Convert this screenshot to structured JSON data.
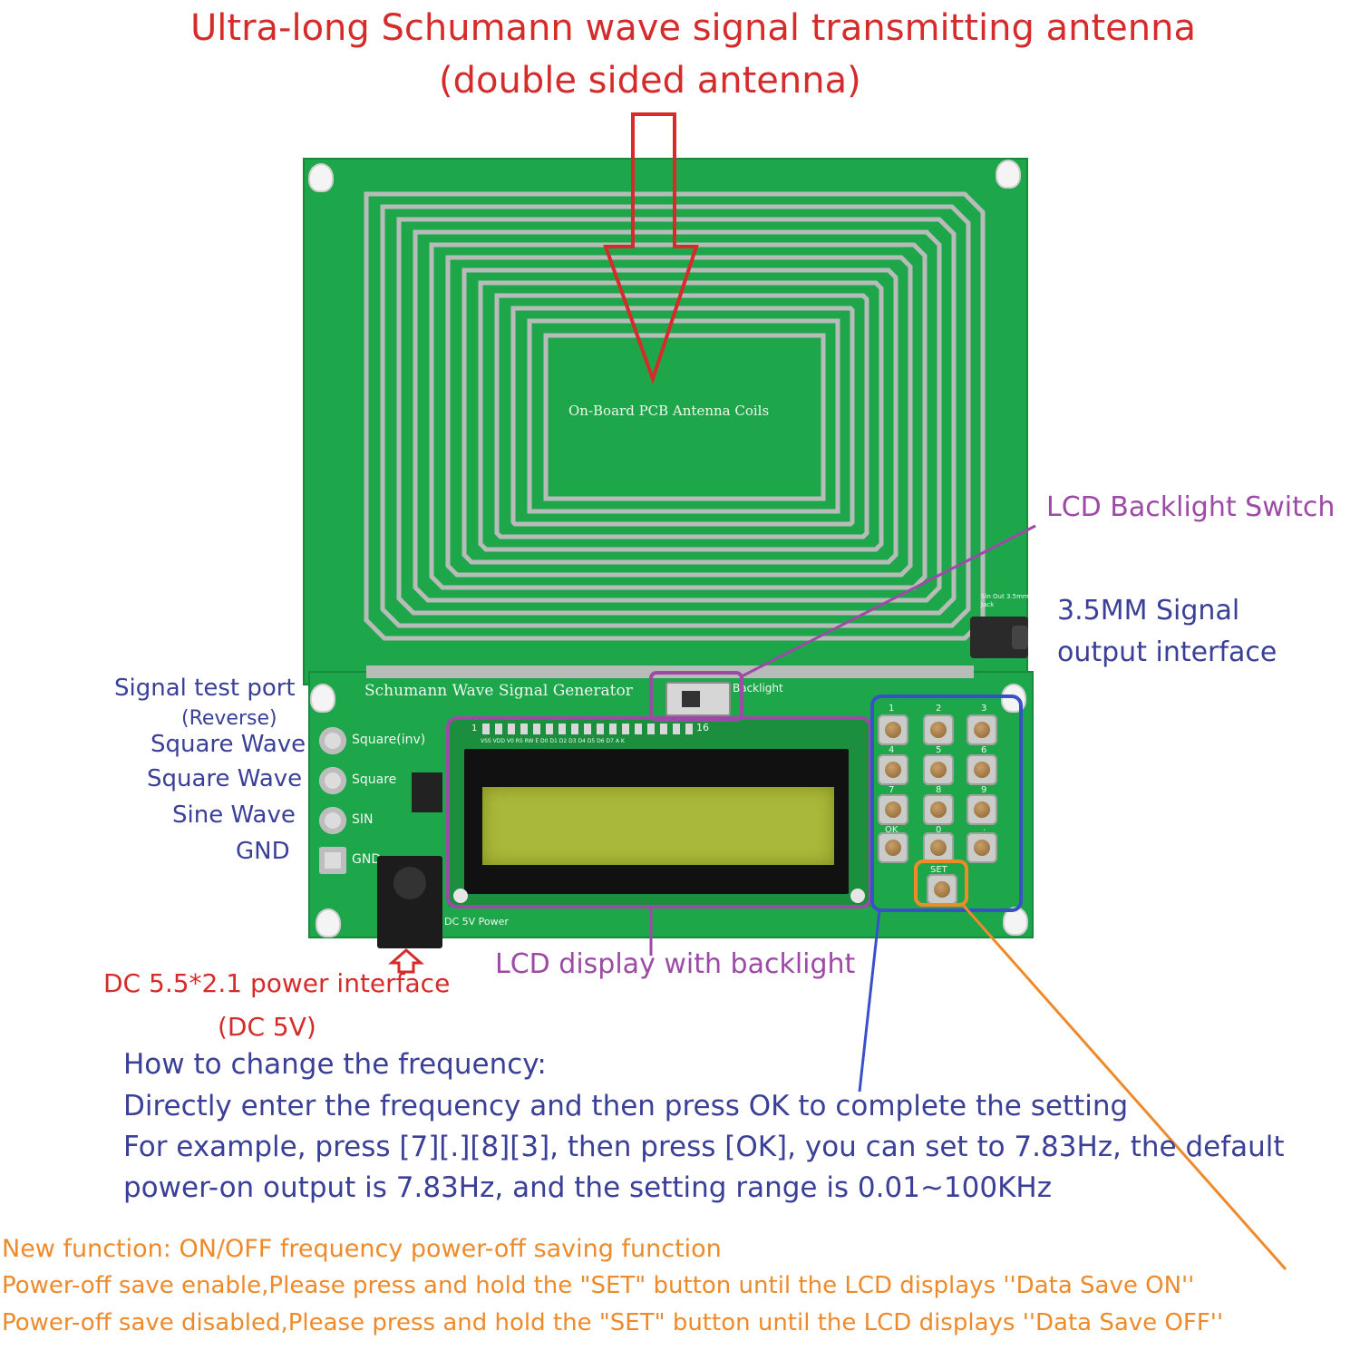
{
  "header": {
    "title_line1": "Ultra-long Schumann wave signal transmitting antenna",
    "title_line2": "(double sided antenna)"
  },
  "board": {
    "antenna_label": "On-Board PCB Antenna Coils",
    "board_title": "Schumann Wave Signal Generator",
    "backlight_silk": "Backlight",
    "jack_silk": "Sin Out 3.5mm Jack",
    "port_labels": [
      "Square(inv)",
      "Square",
      "SIN",
      "GND"
    ],
    "power_silk": "DC 5V Power",
    "lcd_pin_first": "1",
    "lcd_pin_last": "16",
    "lcd_pin_names": "VSS VDD V0 RS RW E D0 D1 D2 D3 D4 D5 D6 D7 A K",
    "keypad_labels": [
      "1",
      "2",
      "3",
      "4",
      "5",
      "6",
      "7",
      "8",
      "9",
      "OK",
      "0",
      ".",
      "SET"
    ]
  },
  "annotations": {
    "lcd_backlight_switch": "LCD Backlight Switch",
    "signal_output_line1": "3.5MM Signal",
    "signal_output_line2": "output interface",
    "signal_test_port": "Signal test port",
    "reverse": "(Reverse)",
    "square_wave_inv": "Square Wave",
    "square_wave": "Square Wave",
    "sine_wave": "Sine Wave",
    "gnd": "GND",
    "power_interface_line1": "DC 5.5*2.1 power interface",
    "power_interface_line2": "(DC 5V)",
    "lcd_display": "LCD display with backlight"
  },
  "instructions": {
    "heading": "How to change the frequency:",
    "line1": "Directly enter the frequency and then press OK to complete the setting",
    "line2": "For example, press [7][.][8][3], then press [OK], you can set to 7.83Hz, the default",
    "line3": "power-on output is 7.83Hz, and the setting range is 0.01~100KHz"
  },
  "new_function": {
    "line1": "New function: ON/OFF frequency power-off saving function",
    "line2": "Power-off save enable,Please press and hold the \"SET\"  button until the LCD displays ''Data Save ON''",
    "line3": "Power-off save disabled,Please press and hold the \"SET\"  button until the LCD displays ''Data Save OFF''"
  },
  "colors": {
    "pcb_green": "#1ea64a",
    "trace_silver": "#b8bcb8",
    "title_red": "#d52b2b",
    "navy": "#3a3f97",
    "purple": "#9c4aa6",
    "orange": "#ee8a2a",
    "blue_box": "#3a50c8",
    "lcd_screen": "#a9b83a"
  }
}
